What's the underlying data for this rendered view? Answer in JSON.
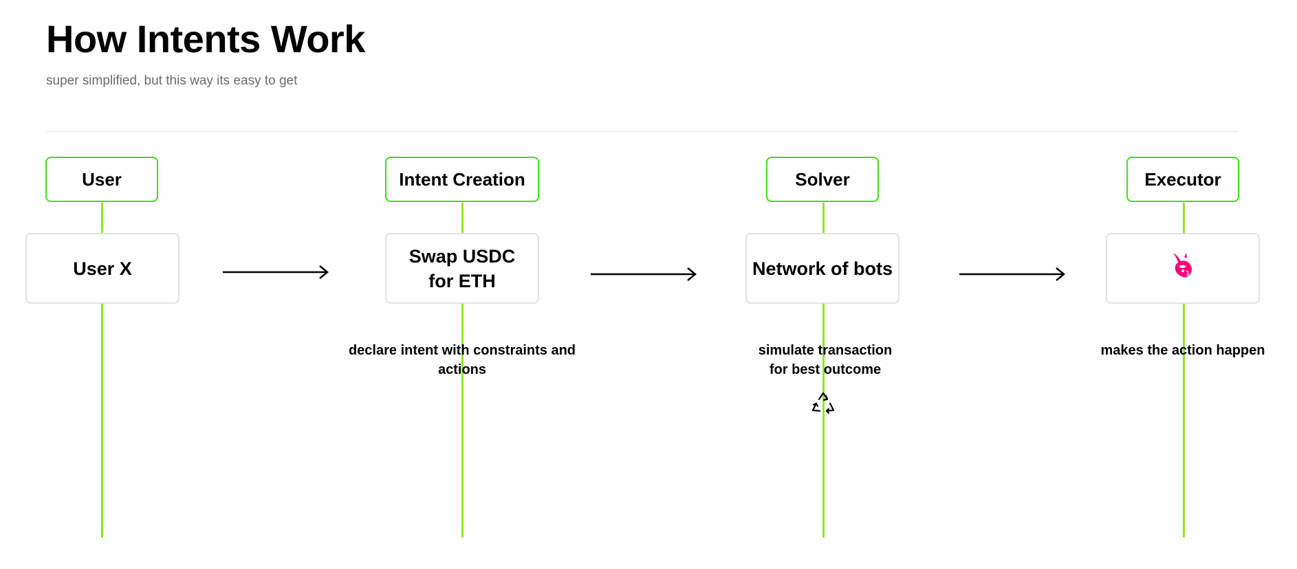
{
  "header": {
    "title": "How Intents Work",
    "subtitle": "super simplified, but this way its easy to get"
  },
  "lanes": [
    {
      "label": "User",
      "card": "User X",
      "description": ""
    },
    {
      "label": "Intent Creation",
      "card_line1": "Swap USDC",
      "card_line2": "for ETH",
      "description": "declare intent with constraints and actions"
    },
    {
      "label": "Solver",
      "card": "Network of bots",
      "description_line1": "simulate transaction",
      "description_line2": "for best outcome",
      "icon": "recycle-icon"
    },
    {
      "label": "Executor",
      "card_icon": "unicorn-logo-icon",
      "description": "makes the action happen"
    }
  ],
  "colors": {
    "lane_line": "#8de825",
    "header_border": "#3fe018",
    "card_border": "#e2e2e2",
    "logo": "#ff007a"
  }
}
